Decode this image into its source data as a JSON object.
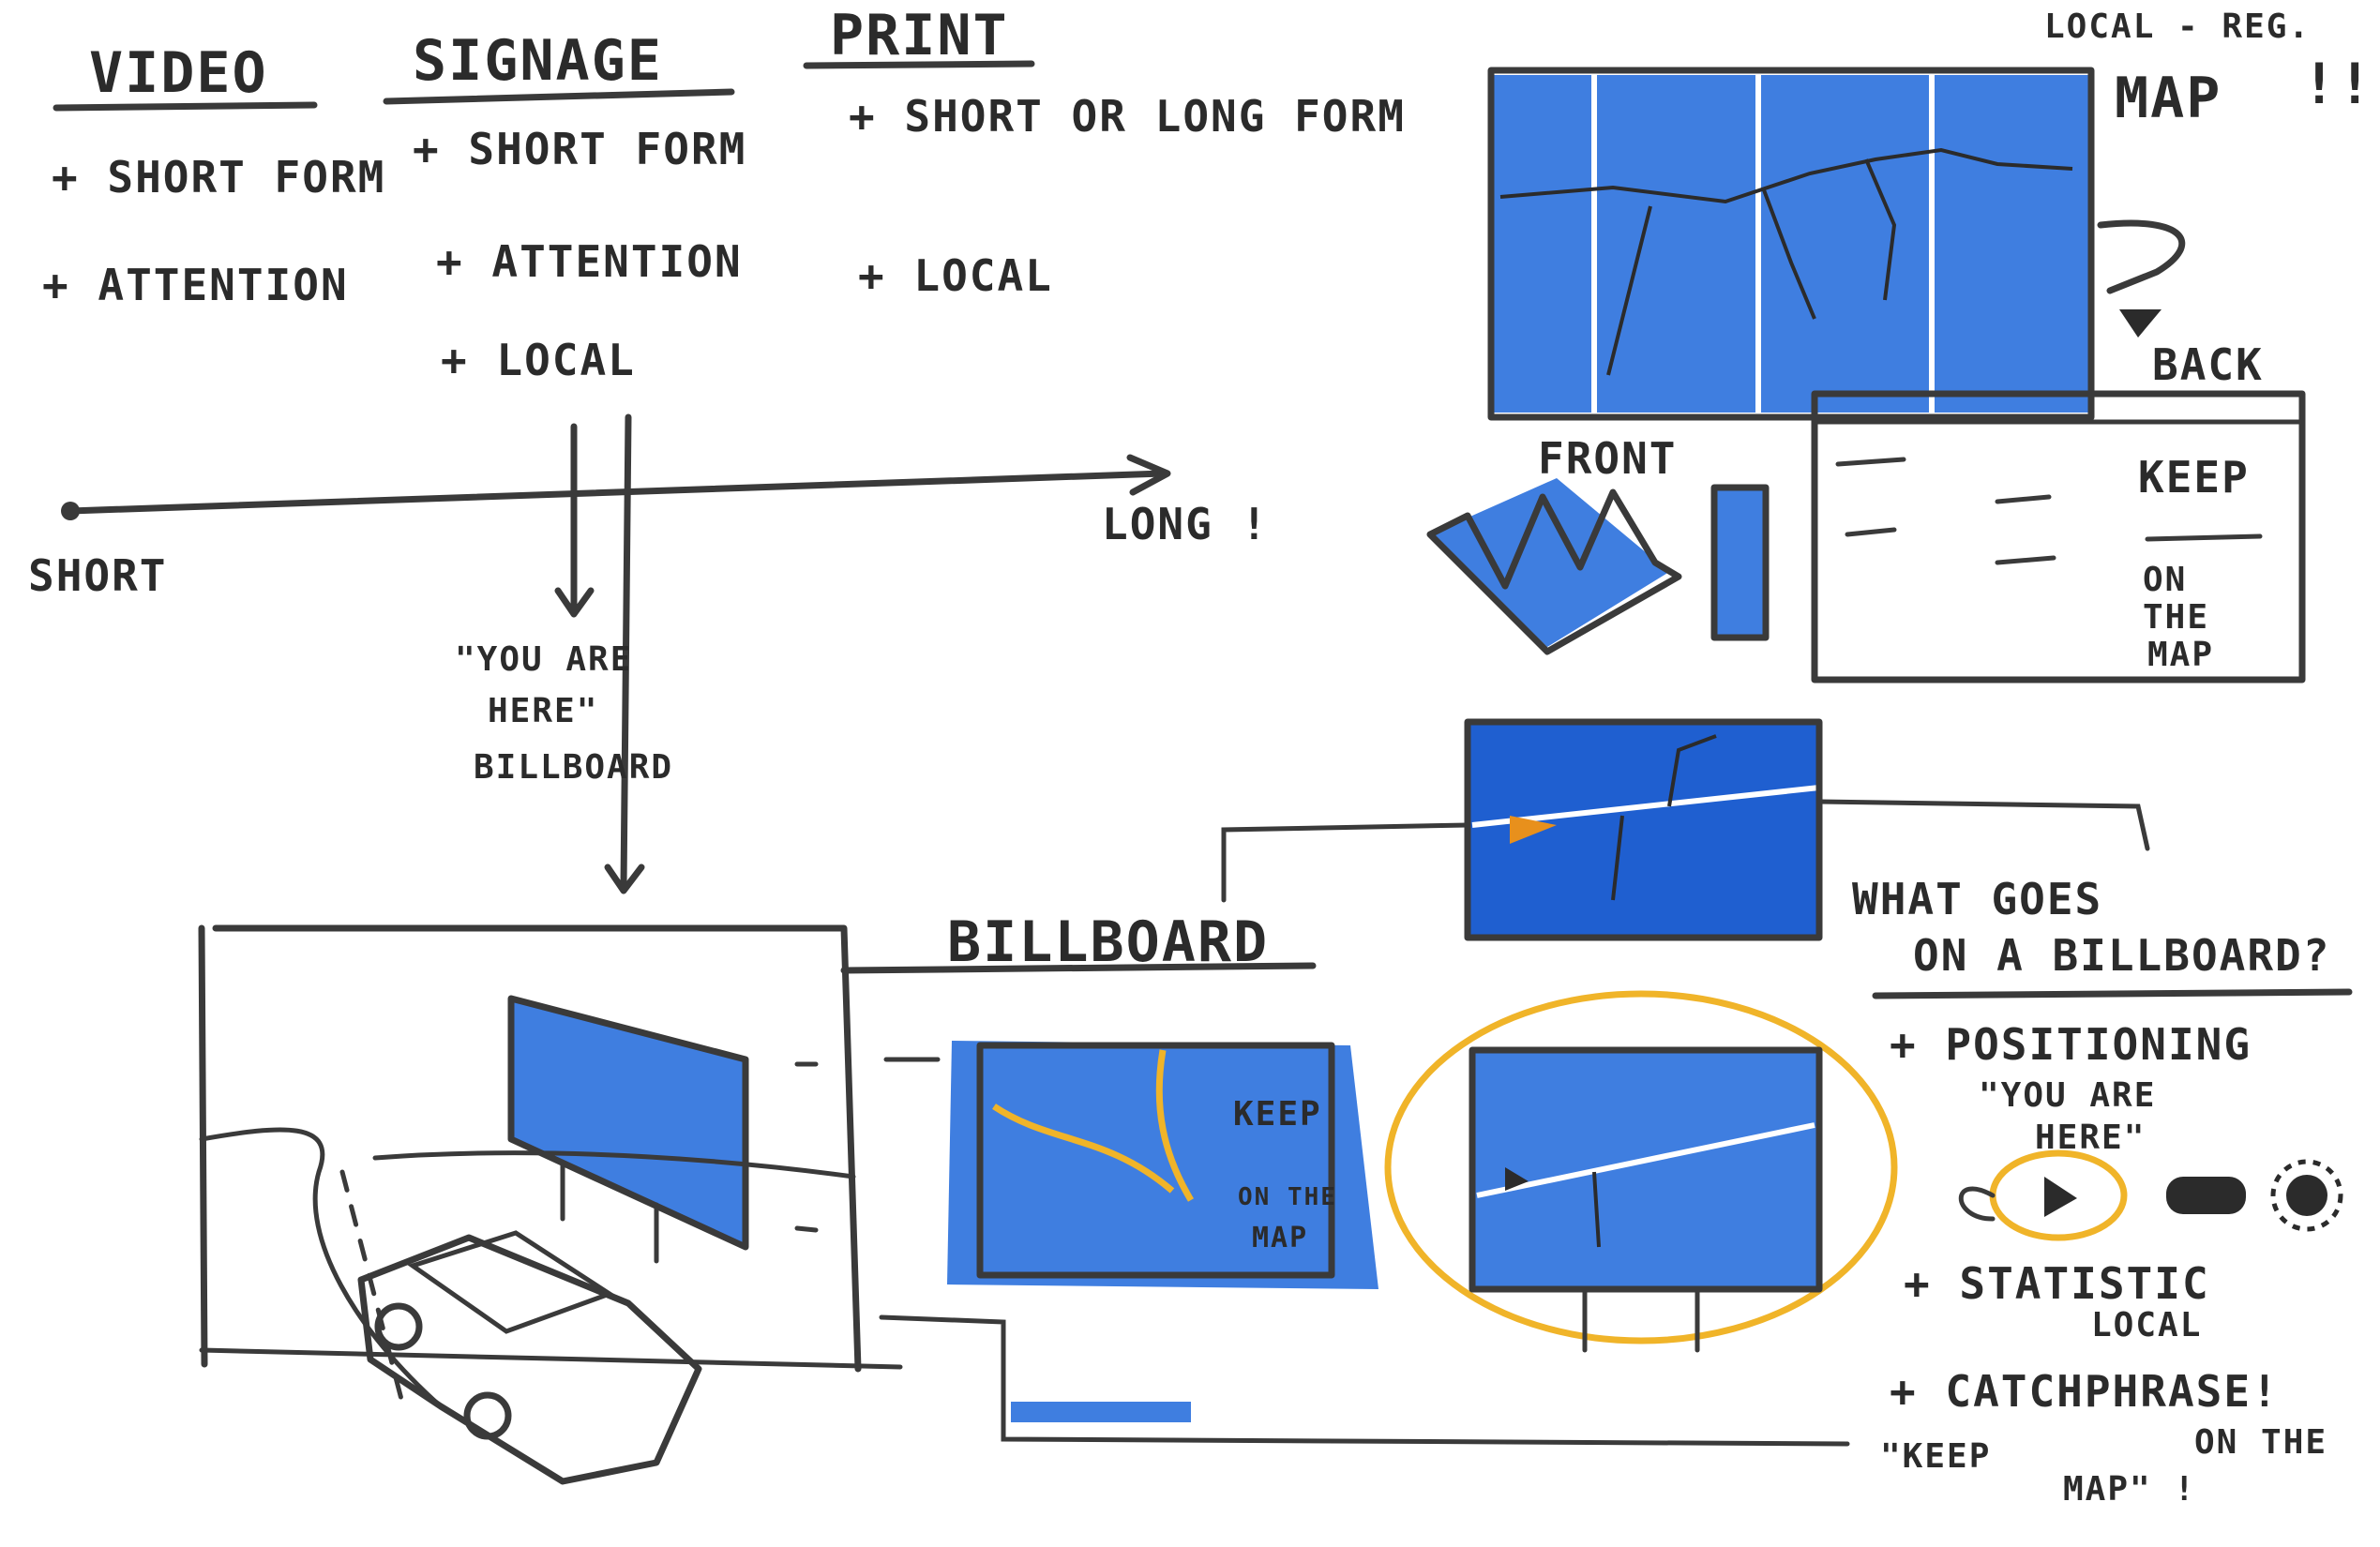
{
  "columns": {
    "video": {
      "heading": "VIDEO",
      "items": [
        "+ SHORT FORM",
        "+ ATTENTION"
      ]
    },
    "signage": {
      "heading": "SIGNAGE",
      "items": [
        "+ SHORT FORM",
        "+ ATTENTION",
        "+ LOCAL"
      ]
    },
    "print": {
      "heading": "PRINT",
      "items": [
        "+ SHORT OR LONG FORM",
        "+ LOCAL"
      ]
    }
  },
  "scale": {
    "short": "SHORT",
    "long": "LONG !"
  },
  "outcome": {
    "line1": "\"YOU ARE",
    "line2": "HERE\"",
    "line3": "BILLBOARD"
  },
  "map_sketch": {
    "top_label_1": "LOCAL - REG.",
    "top_label_2": "MAP",
    "top_label_3": "!!",
    "back": "BACK",
    "front": "FRONT",
    "card_keep": "KEEP",
    "card_line2": "ON",
    "card_line3": "THE",
    "card_line4": "MAP"
  },
  "billboard": {
    "title": "BILLBOARD",
    "panel_keep": "KEEP",
    "panel_line2": "ON THE",
    "panel_line3": "MAP"
  },
  "what_goes": {
    "title_1": "WHAT GOES",
    "title_2": "ON A BILLBOARD?",
    "item1": "+ POSITIONING",
    "item1_sub1": "\"YOU ARE",
    "item1_sub2": "HERE\"",
    "item2": "+ STATISTIC",
    "item2_sub": "LOCAL",
    "item3": "+ CATCHPHRASE!",
    "item3_sub1": "\"KEEP",
    "item3_sub2": "ON THE",
    "item3_sub3": "MAP\" !"
  },
  "colors": {
    "ink": "#3a3a3a",
    "marker_blue": "#3f7ee0",
    "deep_blue": "#1f5fd0",
    "highlight_yellow": "#f0b429",
    "orange": "#e8901c"
  }
}
